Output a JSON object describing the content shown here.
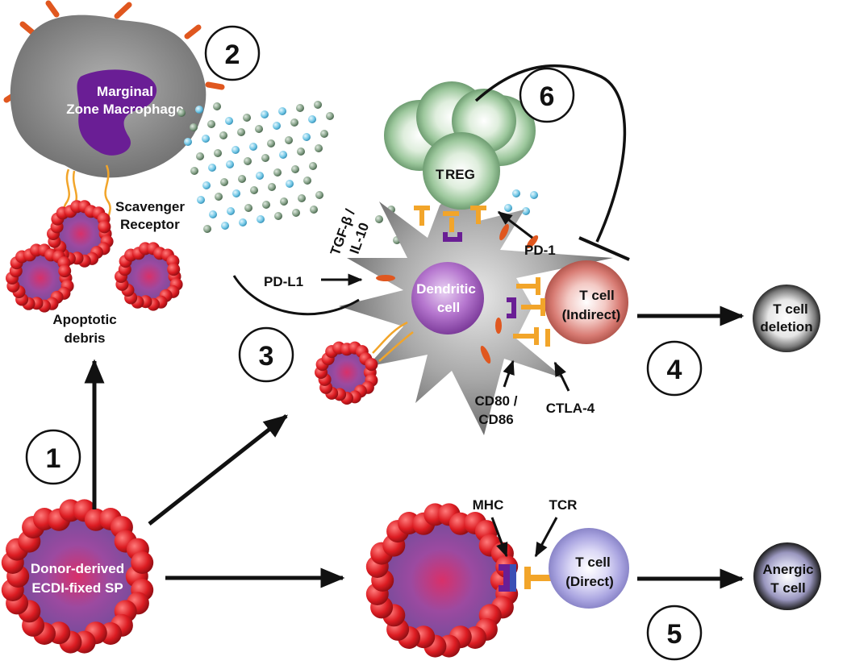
{
  "steps": [
    "1",
    "2",
    "3",
    "4",
    "5",
    "6"
  ],
  "cells": {
    "macrophage": [
      "Marginal",
      "Zone Macrophage"
    ],
    "dendritic": [
      "Dendritic",
      "cell"
    ],
    "treg": "T",
    "treg_sub": "REG",
    "tcell_indirect": [
      "T cell",
      "(Indirect)"
    ],
    "tcell_direct": [
      "T cell",
      "(Direct)"
    ],
    "tcell_deletion": [
      "T cell",
      "deletion"
    ],
    "anergic": [
      "Anergic",
      "T cell"
    ],
    "donor_sp": [
      "Donor-derived",
      "ECDI-fixed SP"
    ]
  },
  "labels": {
    "scavenger": [
      "Scavenger",
      "Receptor"
    ],
    "apoptotic": [
      "Apoptotic",
      "debris"
    ],
    "tgf": [
      "TGF-β /",
      "IL-10"
    ],
    "pdl1": "PD-L1",
    "pd1": "PD-1",
    "cd80": [
      "CD80 /",
      "CD86"
    ],
    "ctla4": "CTLA-4",
    "mhc": "MHC",
    "tcr": "TCR"
  },
  "colors": {
    "macrophage_gray": "#8c8c8c",
    "nucleus_purple": "#6a1e95",
    "debris_red": "#d81e25",
    "treg_green": "#9cc79c",
    "tcell_red": "#d77a72",
    "tcell_blue": "#a9a4e0",
    "dot_blue": "#8fd2ea",
    "dot_green": "#7f9c82",
    "receptor_orange": "#f2a52a"
  }
}
